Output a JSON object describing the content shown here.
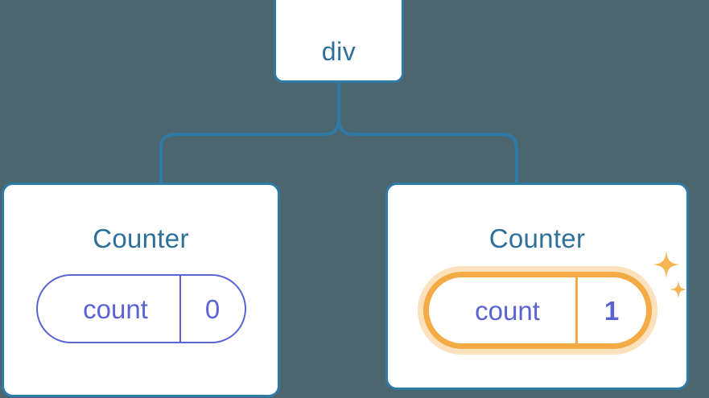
{
  "diagram": {
    "type": "component-tree",
    "background_color": "#4c6670",
    "node_border_color": "#2f7ba8",
    "node_fill_color": "#ffffff",
    "title_text_color": "#2e7099",
    "state_accent_color": "#5b63d3",
    "highlight_color": "#f4ab46",
    "highlight_glow_color": "#fbe2bd",
    "connector_color": "#2f7ba8"
  },
  "root": {
    "label": "div"
  },
  "children": [
    {
      "id": "counter-left",
      "title": "Counter",
      "state": {
        "key": "count",
        "value": "0"
      },
      "highlighted": false,
      "sparkle": false
    },
    {
      "id": "counter-right",
      "title": "Counter",
      "state": {
        "key": "count",
        "value": "1"
      },
      "highlighted": true,
      "sparkle": true,
      "sparkle_icons": [
        "sparkle-large",
        "sparkle-small"
      ]
    }
  ]
}
